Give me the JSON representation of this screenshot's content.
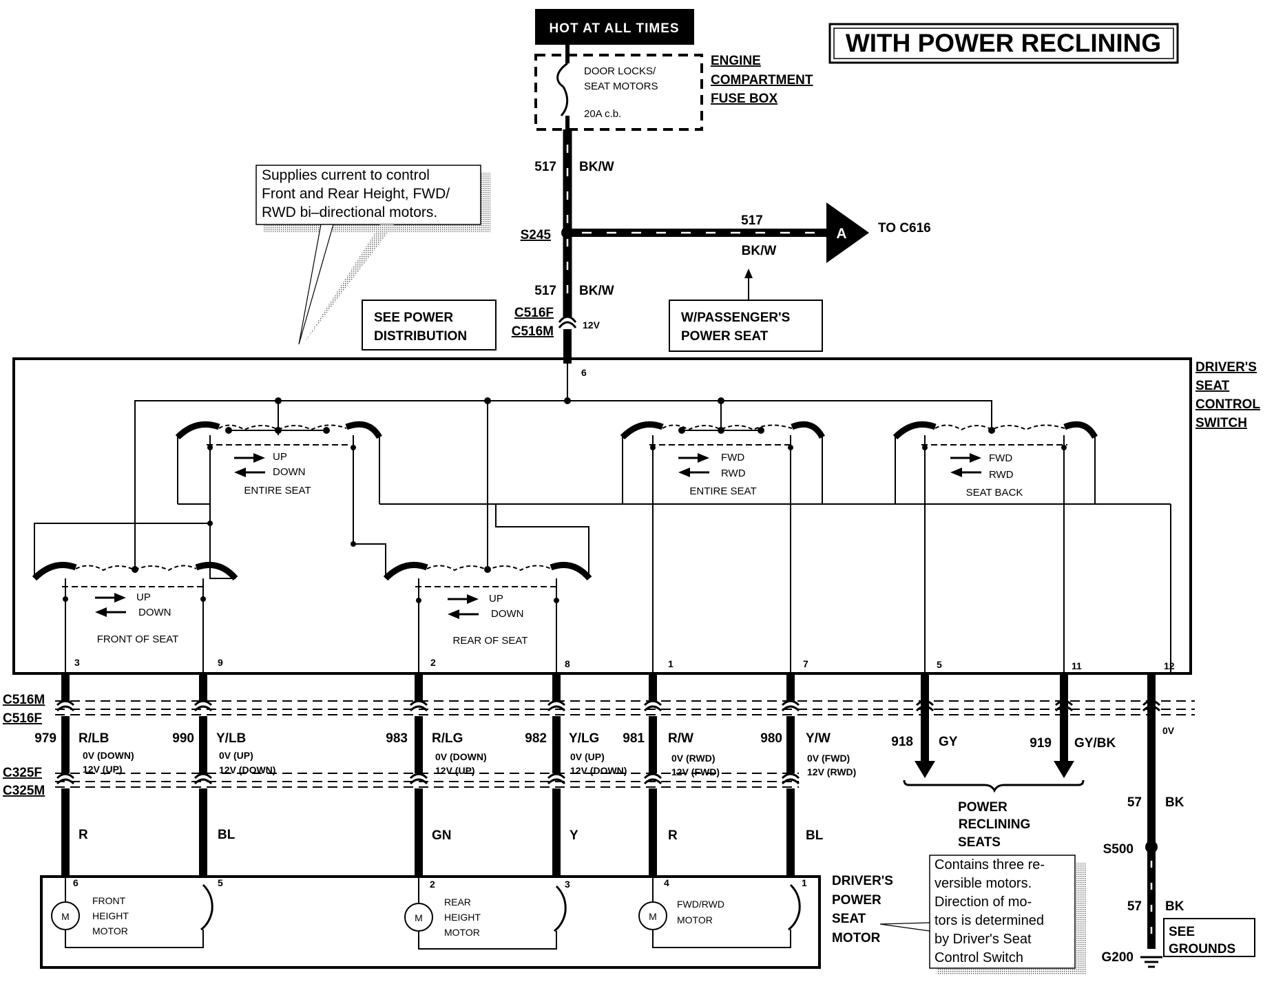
{
  "title": "WITH POWER RECLINING",
  "hot_label": "HOT AT ALL TIMES",
  "fuse": {
    "name_line1": "DOOR LOCKS/",
    "name_line2": "SEAT MOTORS",
    "rating": "20A c.b.",
    "box_line1": "ENGINE",
    "box_line2": "COMPARTMENT",
    "box_line3": "FUSE BOX"
  },
  "note_supply": {
    "line1": "Supplies  current  to  control",
    "line2": "Front and Rear Height, FWD/",
    "line3": "RWD bi–directional motors."
  },
  "feed": {
    "circuit_a": "517",
    "color_a": "BK/W",
    "splice": "S245",
    "branch_circuit": "517",
    "branch_color": "BK/W",
    "branch_tag": "A",
    "branch_dest": "TO C616",
    "circuit_b": "517",
    "color_b": "BK/W",
    "conn_f": "C516F",
    "conn_m": "C516M",
    "voltage": "12V",
    "see_line1": "SEE POWER",
    "see_line2": "DISTRIBUTION",
    "passenger_line1": "W/PASSENGER'S",
    "passenger_line2": "POWER SEAT"
  },
  "switch_label": {
    "line1": "DRIVER'S",
    "line2": "SEAT",
    "line3": "CONTROL",
    "line4": "SWITCH"
  },
  "switch_sections": {
    "entire_up": {
      "up": "UP",
      "down": "DOWN",
      "name": "ENTIRE SEAT"
    },
    "entire_fwd": {
      "up": "FWD",
      "down": "RWD",
      "name": "ENTIRE SEAT"
    },
    "back": {
      "up": "FWD",
      "down": "RWD",
      "name": "SEAT BACK"
    },
    "front": {
      "up": "UP",
      "down": "DOWN",
      "name": "FRONT OF SEAT"
    },
    "rear": {
      "up": "UP",
      "down": "DOWN",
      "name": "REAR OF SEAT"
    }
  },
  "pins": {
    "top": "6",
    "p3": "3",
    "p9": "9",
    "p2": "2",
    "p8": "8",
    "p1": "1",
    "p7": "7",
    "p5": "5",
    "p11": "11",
    "p12": "12"
  },
  "connectors_left": {
    "c516m": "C516M",
    "c516f": "C516F",
    "c325f": "C325F",
    "c325m": "C325M"
  },
  "wires": [
    {
      "circuit": "979",
      "color": "R/LB",
      "v1": "0V (DOWN)",
      "v2": "12V (UP)",
      "lower": "R"
    },
    {
      "circuit": "990",
      "color": "Y/LB",
      "v1": "0V (UP)",
      "v2": "12V (DOWN)",
      "lower": "BL"
    },
    {
      "circuit": "983",
      "color": "R/LG",
      "v1": "0V (DOWN)",
      "v2": "12V (UP)",
      "lower": "GN"
    },
    {
      "circuit": "982",
      "color": "Y/LG",
      "v1": "0V (UP)",
      "v2": "12V (DOWN)",
      "lower": "Y"
    },
    {
      "circuit": "981",
      "color": "R/W",
      "v1": "0V (RWD)",
      "v2": "12V (FWD)",
      "lower": "R"
    },
    {
      "circuit": "980",
      "color": "Y/W",
      "v1": "0V (FWD)",
      "v2": "12V (RWD)",
      "lower": "BL"
    }
  ],
  "recline": {
    "c1": "918",
    "col1": "GY",
    "c2": "919",
    "col2": "GY/BK",
    "label1": "POWER",
    "label2": "RECLINING",
    "label3": "SEATS"
  },
  "ground": {
    "v": "0V",
    "circuit1": "57",
    "color1": "BK",
    "splice": "S500",
    "circuit2": "57",
    "color2": "BK",
    "point": "G200",
    "see1": "SEE",
    "see2": "GROUNDS"
  },
  "motors": {
    "front": {
      "l1": "FRONT",
      "l2": "HEIGHT",
      "l3": "MOTOR",
      "pa": "6",
      "pb": "5"
    },
    "rear": {
      "l1": "REAR",
      "l2": "HEIGHT",
      "l3": "MOTOR",
      "pa": "2",
      "pb": "3"
    },
    "fwd": {
      "l1": "FWD/RWD",
      "l2": "MOTOR",
      "pa": "4",
      "pb": "1"
    },
    "m_symbol": "M"
  },
  "motor_label": {
    "line1": "DRIVER'S",
    "line2": "POWER",
    "line3": "SEAT",
    "line4": "MOTOR"
  },
  "note_motors": {
    "line1": "Contains three re-",
    "line2": "versible    motors.",
    "line3": "Direction  of  mo-",
    "line4": "tors is determined",
    "line5": "by  Driver's  Seat",
    "line6": "Control Switch"
  }
}
